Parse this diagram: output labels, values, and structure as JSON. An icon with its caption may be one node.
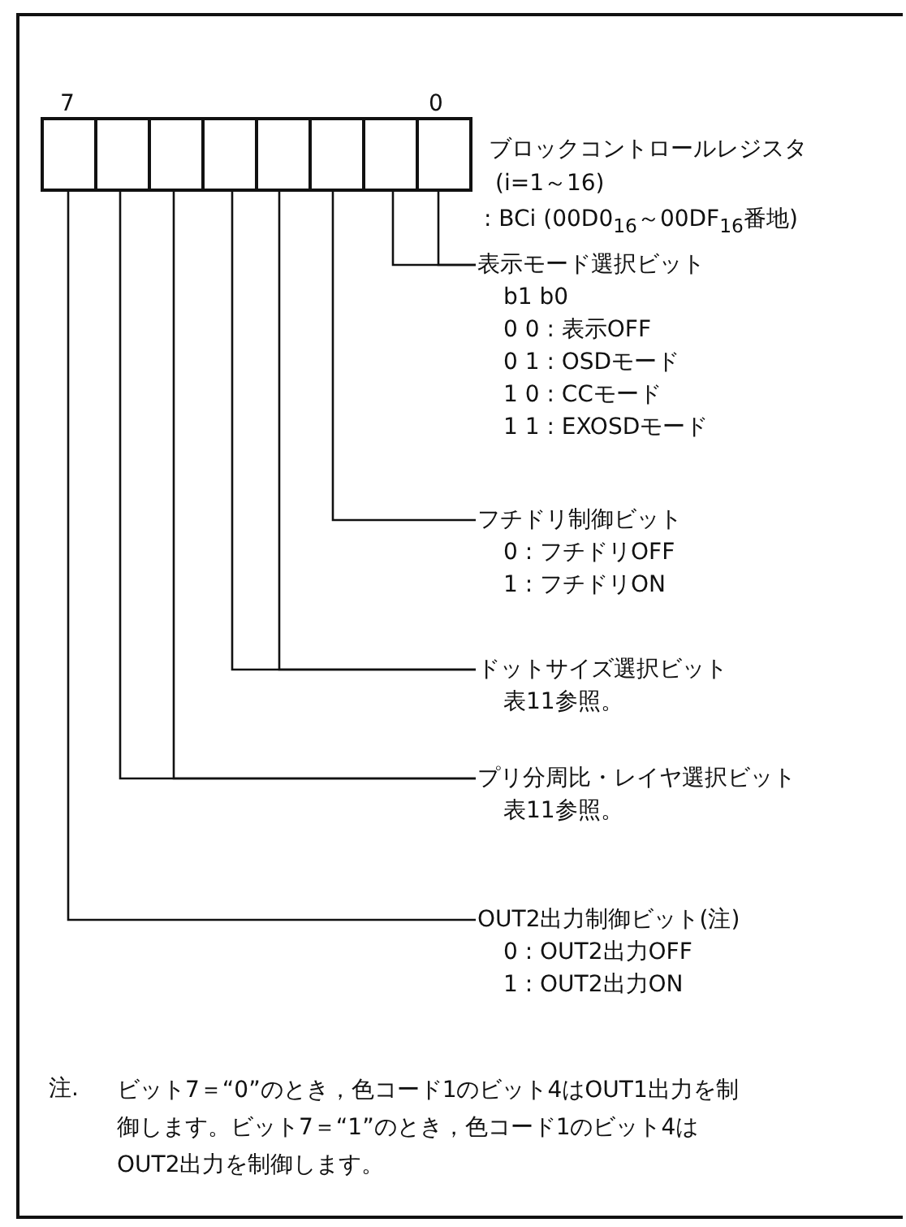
{
  "diagram": {
    "nodes": [
      {
        "text": [],
        "shape": "box"
      },
      {
        "text": [],
        "shape": "box"
      },
      {
        "text": [],
        "shape": "box"
      },
      {
        "text": [],
        "shape": "box"
      },
      {
        "text": [],
        "shape": "box"
      },
      {
        "text": [],
        "shape": "box"
      },
      {
        "text": [],
        "shape": "box"
      },
      {
        "text": [],
        "shape": "box"
      },
      {
        "text": [
          "表示モード選択ビット",
          "b1 b0",
          "0 0 : 表示OFF",
          "0 1 : OSDモード",
          "1 0 : CCモード",
          "1 1 : EXOSDモード"
        ]
      },
      {
        "text": [
          "フチドリ制御ビット",
          "0 : フチドリOFF",
          "1 : フチドリON"
        ]
      },
      {
        "text": [
          "ドットサイズ選択ビット",
          "表11参照。"
        ]
      },
      {
        "text": [
          "プリ分周比・レイヤ選択ビット",
          "表11参照。"
        ]
      },
      {
        "text": [
          "OUT2出力制御ビット(注)",
          "0 : OUT2出力OFF",
          "1 : OUT2出力ON"
        ]
      }
    ],
    "edges": [
      {
        "from": 7,
        "to": 8,
        "arrow": "none"
      },
      {
        "from": 6,
        "to": 8,
        "arrow": "none"
      },
      {
        "from": 5,
        "to": 9,
        "arrow": "none"
      },
      {
        "from": 4,
        "to": 10,
        "arrow": "none"
      },
      {
        "from": 3,
        "to": 10,
        "arrow": "none"
      },
      {
        "from": 2,
        "to": 11,
        "arrow": "none"
      },
      {
        "from": 1,
        "to": 11,
        "arrow": "none"
      },
      {
        "from": 0,
        "to": 12,
        "arrow": "none"
      }
    ],
    "labels": [
      "7",
      "0",
      "ブロックコントロールレジスタ",
      "(i=1～16)",
      ": BCi (00D0$_{16}$～00DF$_{16}$番地)",
      "注.",
      "ビット7＝“0”のとき，色コード1のビット4はOUT1出力を制御します。ビット7＝“1”のとき，色コード1のビット4はOUT2出力を制御します。"
    ]
  }
}
